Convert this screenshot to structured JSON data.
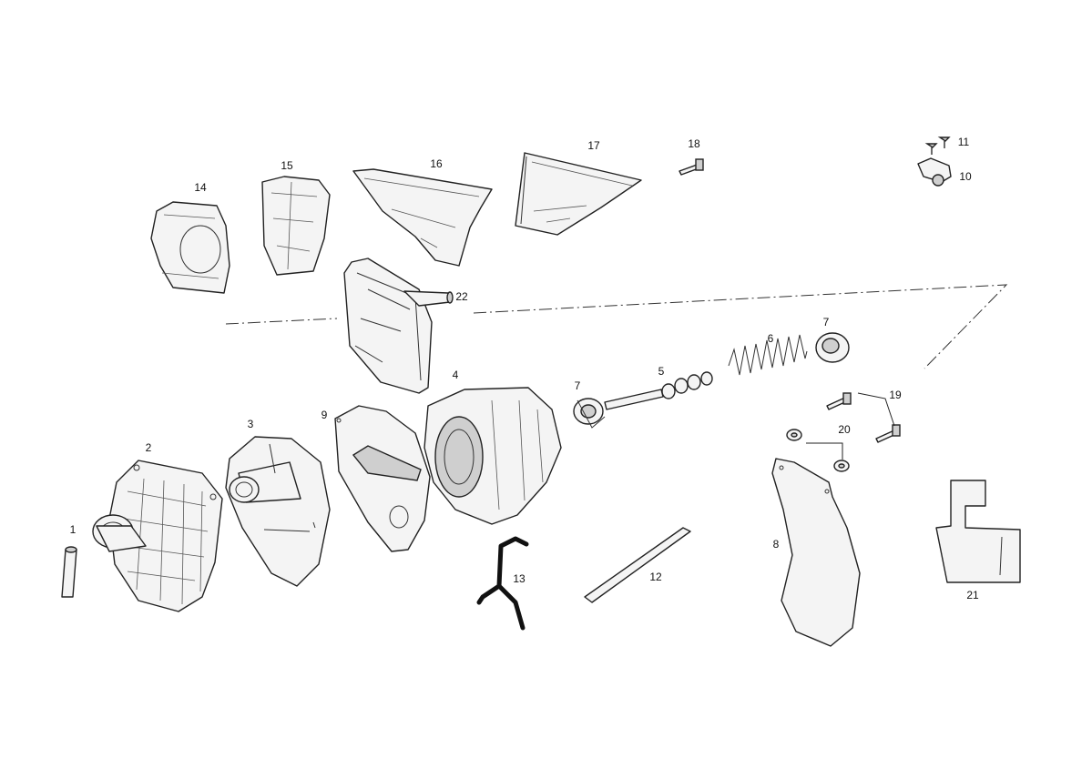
{
  "diagram": {
    "callouts": [
      {
        "id": "c1",
        "text": "1"
      },
      {
        "id": "c2",
        "text": "2"
      },
      {
        "id": "c3",
        "text": "3"
      },
      {
        "id": "c4",
        "text": "4"
      },
      {
        "id": "c5",
        "text": "5"
      },
      {
        "id": "c6",
        "text": "6"
      },
      {
        "id": "c7a",
        "text": "7"
      },
      {
        "id": "c7b",
        "text": "7"
      },
      {
        "id": "c8",
        "text": "8"
      },
      {
        "id": "c9",
        "text": "9"
      },
      {
        "id": "c10",
        "text": "10"
      },
      {
        "id": "c11",
        "text": "11"
      },
      {
        "id": "c12",
        "text": "12"
      },
      {
        "id": "c13",
        "text": "13"
      },
      {
        "id": "c14",
        "text": "14"
      },
      {
        "id": "c15",
        "text": "15"
      },
      {
        "id": "c16",
        "text": "16"
      },
      {
        "id": "c17",
        "text": "17"
      },
      {
        "id": "c18",
        "text": "18"
      },
      {
        "id": "c19",
        "text": "19"
      },
      {
        "id": "c20",
        "text": "20"
      },
      {
        "id": "c21",
        "text": "21"
      },
      {
        "id": "c22",
        "text": "22"
      }
    ]
  }
}
